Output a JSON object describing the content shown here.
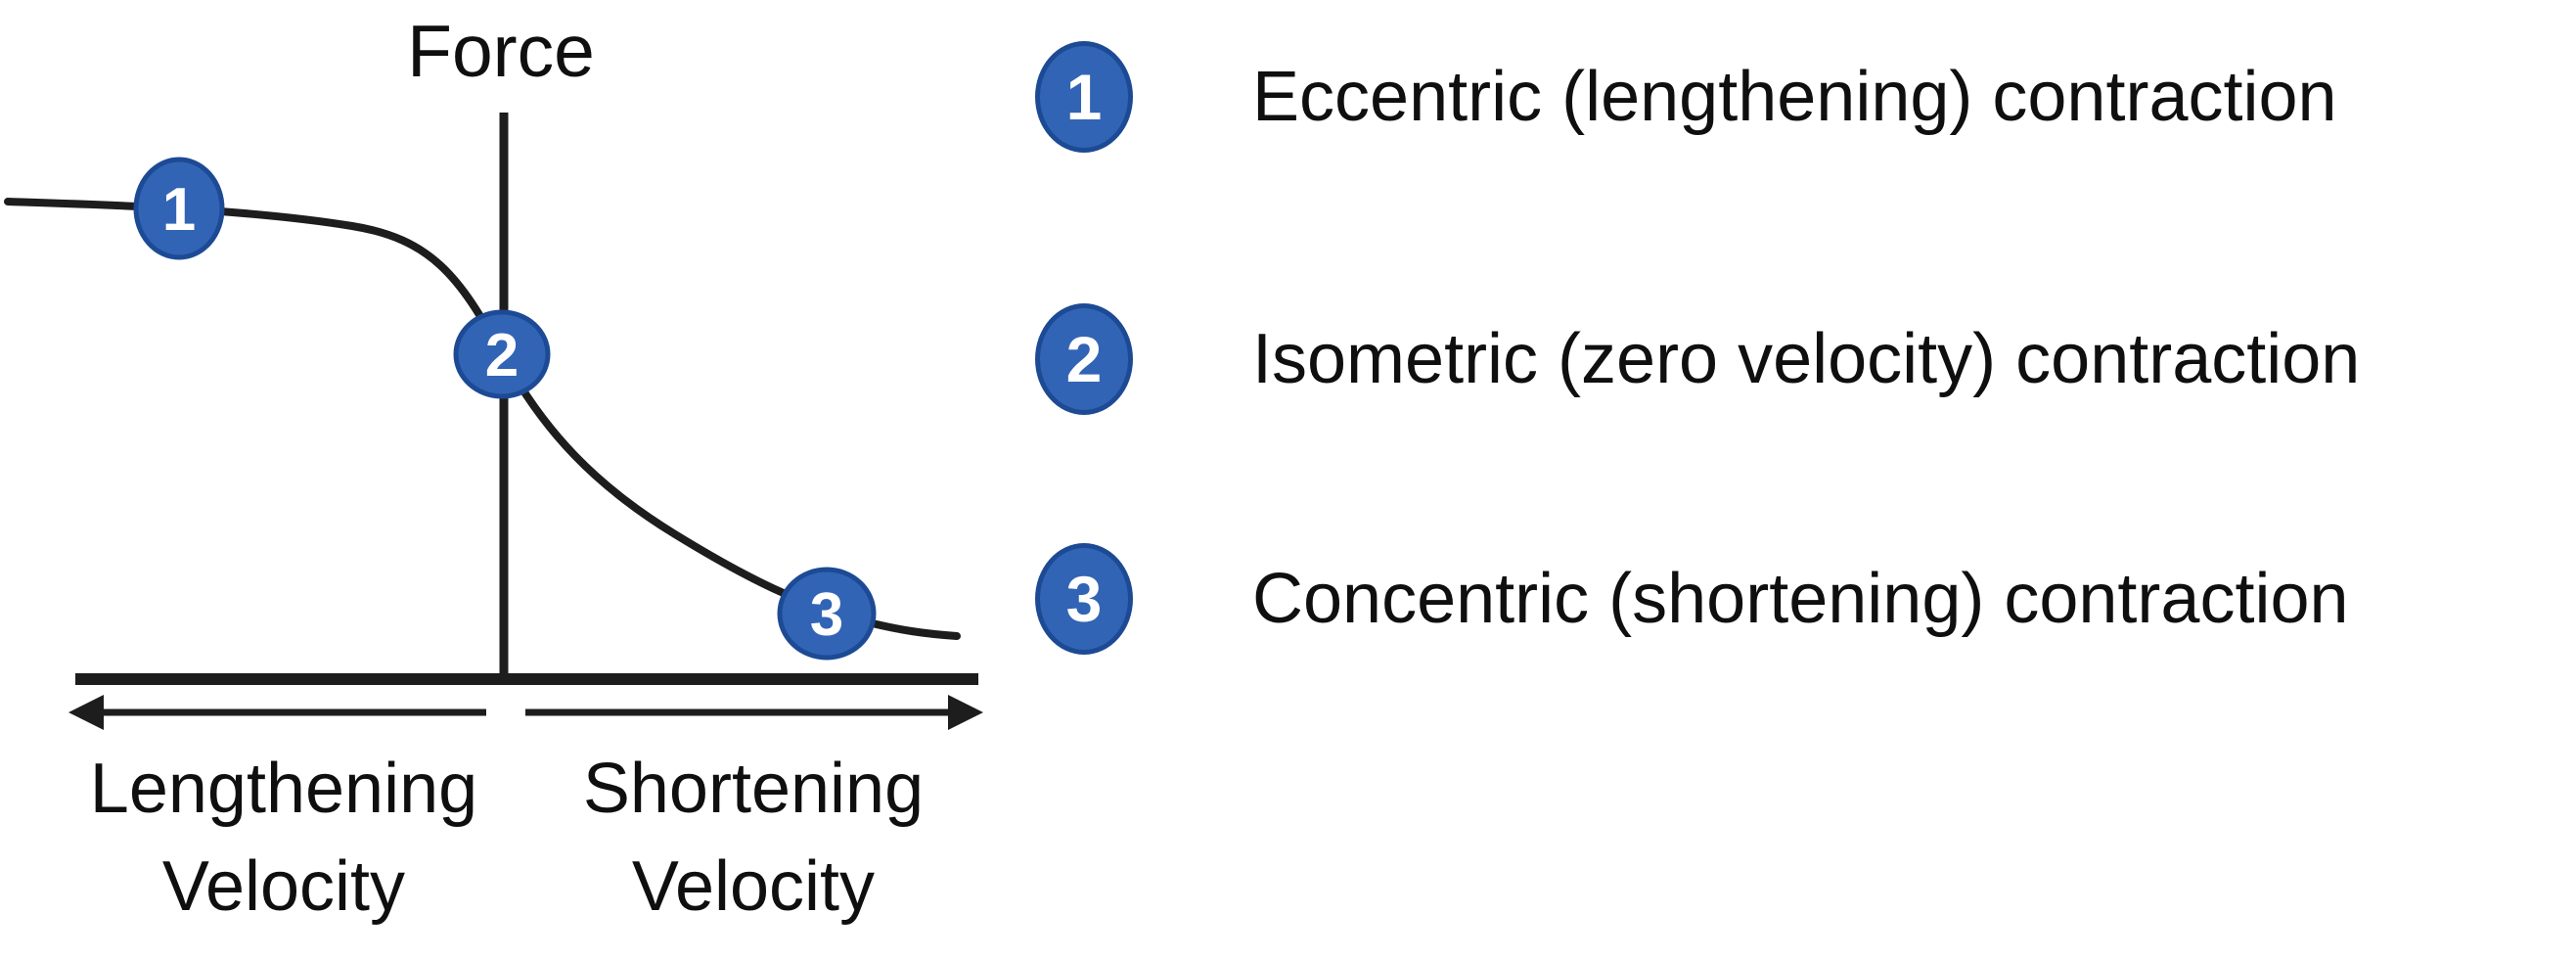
{
  "diagram": {
    "y_axis_label": "Force",
    "x_axis_left_label": {
      "line1": "Lengthening",
      "line2": "Velocity"
    },
    "x_axis_right_label": {
      "line1": "Shortening",
      "line2": "Velocity"
    },
    "markers": [
      {
        "number": "1"
      },
      {
        "number": "2"
      },
      {
        "number": "3"
      }
    ]
  },
  "legend": {
    "items": [
      {
        "number": "1",
        "label": "Eccentric (lengthening) contraction"
      },
      {
        "number": "2",
        "label": "Isometric (zero velocity) contraction"
      },
      {
        "number": "3",
        "label": "Concentric (shortening) contraction"
      }
    ]
  },
  "colors": {
    "marker_fill": "#3264b5",
    "marker_border": "#1d4a94",
    "marker_number": "#ffffff",
    "ink": "#1d1d1d",
    "text": "#0f0f0f",
    "background": "#ffffff"
  }
}
